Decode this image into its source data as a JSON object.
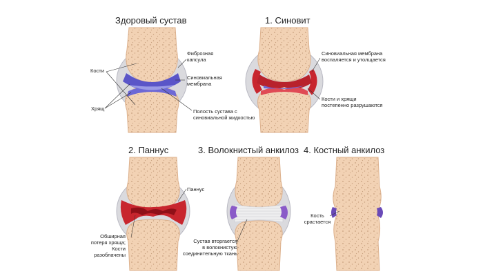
{
  "colors": {
    "bone": "#f2d2b4",
    "bone_stroke": "#dcb08c",
    "bone_dots": "#c7a07e",
    "capsule": "#d8d8dc",
    "capsule_stroke": "#b8b8c2",
    "cartilage_healthy": "#5a55c8",
    "cartilage_light": "#9a9ae6",
    "inflamed": "#c8262e",
    "inflamed_light": "#e04a55",
    "pannus": "#b31822",
    "fibrous": "#eeeeef",
    "fibrous_purple": "#8a5ac8",
    "leader": "#333333"
  },
  "panels": {
    "healthy": {
      "title": "Здоровый сустав",
      "labels": {
        "fibrous_capsule": [
          "Фиброзная",
          "капсула"
        ],
        "bones": [
          "Кости"
        ],
        "synovial_membrane": [
          "Синовиальная",
          "мембрана"
        ],
        "cartilage": [
          "Хрящ"
        ],
        "joint_cavity": [
          "Полость сустава с",
          "синовиальной жидкостью"
        ]
      }
    },
    "synovitis": {
      "title": "1. Синовит",
      "labels": {
        "membrane_inflamed": [
          "Синовиальная мембрана",
          "воспаляется и утолщается"
        ],
        "bones_destroyed": [
          "Кости и хрящи",
          "постепенно разрушаются"
        ]
      }
    },
    "pannus": {
      "title": "2. Паннус",
      "labels": {
        "pannus": [
          "Паннус"
        ],
        "cartilage_loss": [
          "Обширная",
          "потеря хряща;",
          "Кости",
          "разоблачены"
        ]
      }
    },
    "fibrous": {
      "title": "3. Волокнистый анкилоз",
      "labels": {
        "joint_fibrous": [
          "Сустав вторгается",
          "в волокнистую",
          "соединительную ткань"
        ]
      }
    },
    "bony": {
      "title": "4. Костный анкилоз",
      "labels": {
        "bone_fuses": [
          "Кость",
          "срастается"
        ]
      }
    }
  }
}
